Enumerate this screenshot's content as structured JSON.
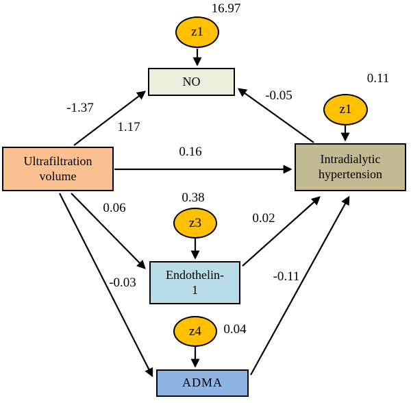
{
  "figure": {
    "type": "path-diagram",
    "background_color": "#ffffff",
    "line_color": "#000000",
    "nodes": {
      "ultrafiltration_volume": {
        "label": "Ultrafiltration\nvolume",
        "fill": "#fac090"
      },
      "no": {
        "label": "NO",
        "fill": "#ebeedd"
      },
      "intradialytic_hypertension": {
        "label": "Intradialytic\nhypertension",
        "fill": "#c2ba92"
      },
      "endothelin_1": {
        "label": "Endothelin-\n1",
        "fill": "#b8dce8"
      },
      "adma": {
        "label": "ADMA",
        "fill": "#8eb4e3"
      }
    },
    "error_terms": {
      "z1_no": {
        "label": "z1",
        "variance": "16.97",
        "fill": "#ffc000"
      },
      "z1_ih": {
        "label": "z1",
        "variance": "0.11",
        "fill": "#ffc000"
      },
      "z3": {
        "label": "z3",
        "variance": "0.38",
        "fill": "#ffc000"
      },
      "z4": {
        "label": "z4",
        "variance": "0.04",
        "fill": "#ffc000"
      }
    },
    "coefficients": {
      "uv_no_upper": "-1.37",
      "uv_no_lower": "1.17",
      "uv_ih": "0.16",
      "ih_no": "-0.05",
      "uv_endothelin": "0.06",
      "endothelin_ih": "0.02",
      "uv_adma": "-0.03",
      "adma_ih": "-0.11"
    }
  }
}
